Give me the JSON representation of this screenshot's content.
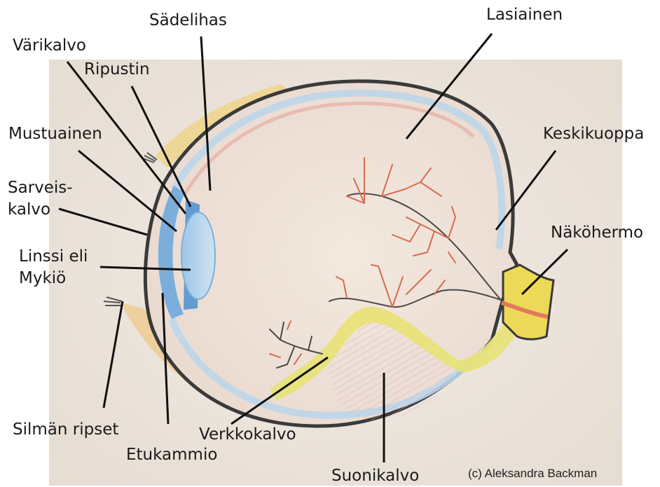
{
  "diagram": {
    "labels": {
      "sadelihas": "Sädelihas",
      "lasiainen": "Lasiainen",
      "varikalvo": "Värikalvo",
      "ripustin": "Ripustin",
      "mustuainen": "Mustuainen",
      "keskikuoppa": "Keskikuoppa",
      "sarveiskalvo": "Sarveis-\nkalvo",
      "nakohermo": "Näköhermo",
      "linssi": "Linssi eli\nMykiö",
      "silman_ripset": "Silmän ripset",
      "verkkokalvo": "Verkkokalvo",
      "etukammio": "Etukammio",
      "suonikalvo": "Suonikalvo"
    },
    "credit": "(c) Aleksandra Backman"
  }
}
